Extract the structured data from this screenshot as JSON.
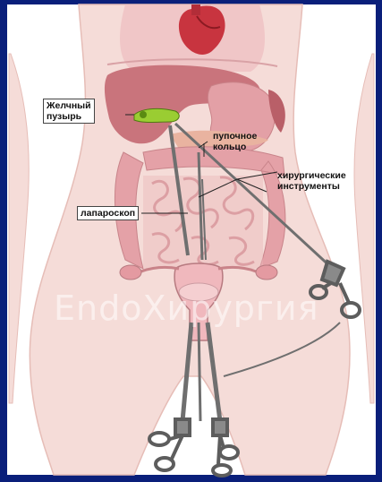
{
  "labels": {
    "gallbladder": "Желчный\nпузырь",
    "purse_ring": "пупочное\nкольцо",
    "instruments": "хирургические\nинструменты",
    "laparoscope": "лапароскоп"
  },
  "watermark": "EndoХирургия",
  "colors": {
    "frame": "#0a1f7a",
    "background": "#ffffff",
    "skin": "#f3d7d4",
    "organ": "#e8a3a8",
    "liver": "#c9737b",
    "gallbladder": "#9acd32",
    "instrument": "#6f6f6f"
  }
}
